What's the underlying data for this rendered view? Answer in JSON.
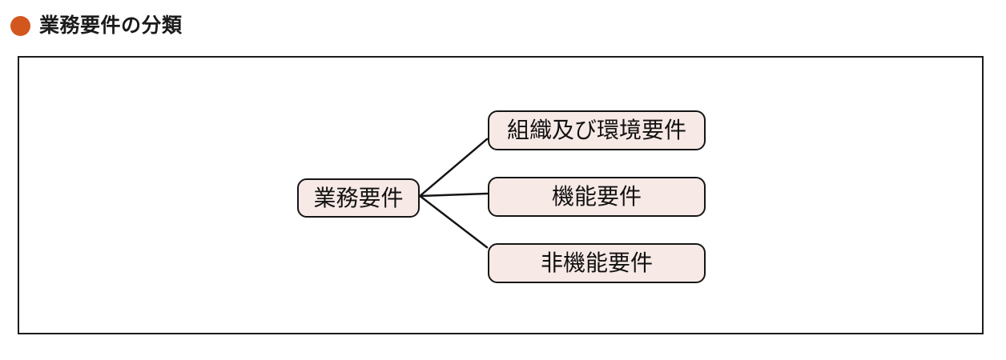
{
  "header": {
    "title": "業務要件の分類",
    "bullet_color": "#d2571e"
  },
  "diagram": {
    "root": {
      "label": "業務要件"
    },
    "children": [
      {
        "label": "組織及び環境要件"
      },
      {
        "label": "機能要件"
      },
      {
        "label": "非機能要件"
      }
    ],
    "style": {
      "box_fill": "#f7e9e5",
      "box_border": "#151515",
      "connector_color": "#151515"
    }
  }
}
